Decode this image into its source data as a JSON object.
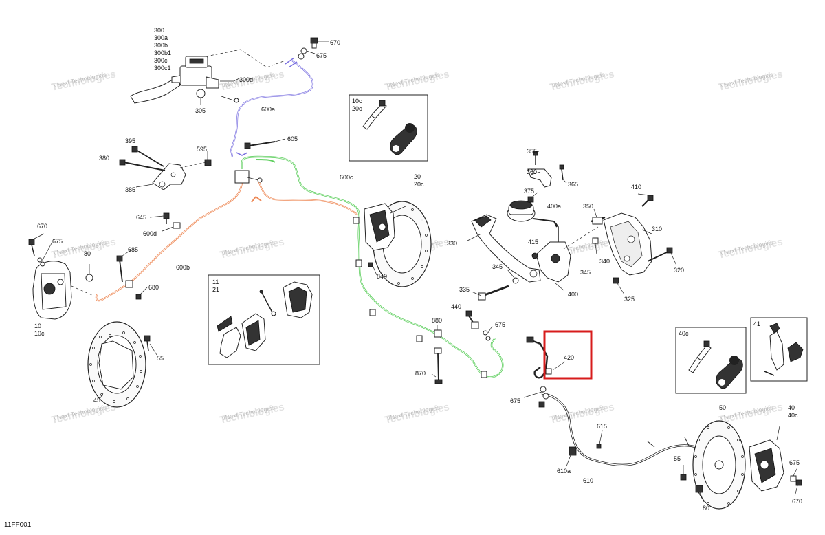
{
  "diagram_id": "11FF001",
  "watermark": {
    "line1": "vNext Technologies",
    "line2": "Technologies"
  },
  "colors": {
    "blue_line": "#7a70e0",
    "green_line": "#5fcf5f",
    "orange_line": "#ee8a58",
    "highlight": "#d71c1c",
    "line": "#222222"
  },
  "callouts": {
    "master_group": [
      "300",
      "300a",
      "300b",
      "300b1",
      "300c",
      "300c1"
    ],
    "c300d": "300d",
    "c305": "305",
    "c600a": "600a",
    "c670_top": "670",
    "c675_top": "675",
    "c605": "605",
    "c595": "595",
    "c395": "395",
    "c380": "380",
    "c385": "385",
    "c645": "645",
    "c600d": "600d",
    "c600b": "600b",
    "c685": "685",
    "c680": "680",
    "c670_left": "670",
    "c675_left": "675",
    "c80_left": "80",
    "c10": "10",
    "c10c": "10c",
    "c55_left": "55",
    "c45": "45",
    "c600c": "600c",
    "c20": "20",
    "c20c": "20c",
    "c840": "840",
    "c330": "330",
    "c355": "355",
    "c360": "360",
    "c365": "365",
    "c375": "375",
    "c400a": "400a",
    "c350": "350",
    "c410": "410",
    "c310": "310",
    "c415": "415",
    "c340": "340",
    "c345a": "345",
    "c345b": "345",
    "c320": "320",
    "c335": "335",
    "c400": "400",
    "c325": "325",
    "c440": "440",
    "c675_mid": "675",
    "c880": "880",
    "c870": "870",
    "c420": "420",
    "c675_lower": "675",
    "c615": "615",
    "c610a": "610a",
    "c610": "610",
    "c50": "50",
    "c40": "40",
    "c40c_main": "40c",
    "c55_right": "55",
    "c675_right": "675",
    "c80_right": "80",
    "c670_right": "670"
  },
  "inset_10c": {
    "line1": "10c",
    "line2": "20c"
  },
  "inset_11": {
    "line1": "11",
    "line2": "21"
  },
  "inset_40c": {
    "line1": "40c"
  },
  "inset_41": {
    "line1": "41"
  }
}
